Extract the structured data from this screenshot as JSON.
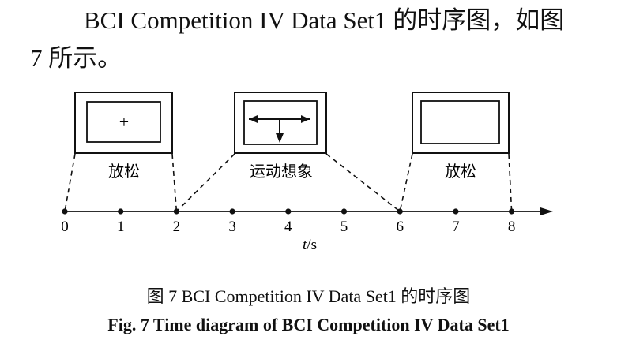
{
  "paragraph": {
    "line1": "BCI Competition IV Data Set1 的时序图，如图",
    "line2": "7 所示。"
  },
  "figure": {
    "phases": [
      {
        "label": "放松",
        "screen_symbol": "+",
        "t_start": 0,
        "t_end": 2
      },
      {
        "label": "运动想象",
        "screen_symbol": "arrows",
        "t_start": 2,
        "t_end": 6
      },
      {
        "label": "放松",
        "screen_symbol": "",
        "t_start": 6,
        "t_end": 8
      }
    ],
    "axis": {
      "ticks": [
        "0",
        "1",
        "2",
        "3",
        "4",
        "5",
        "6",
        "7",
        "8"
      ],
      "label_var": "t",
      "label_unit": "/s"
    }
  },
  "caption": {
    "cn": "图 7 BCI Competition IV Data Set1 的时序图",
    "en": "Fig. 7 Time diagram of BCI Competition IV Data Set1"
  }
}
